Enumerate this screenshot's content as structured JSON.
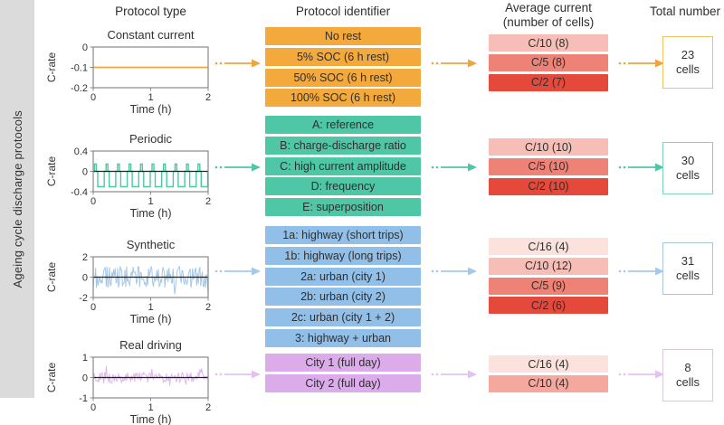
{
  "sidebar": {
    "label": "Ageing cycle discharge protocols"
  },
  "headers": {
    "protocol_type": "Protocol type",
    "protocol_identifier": "Protocol identifier",
    "average_current": "Average current",
    "average_current_sub": "(number of cells)",
    "total_number": "Total number"
  },
  "rows": [
    {
      "name": "constant-current",
      "accent": "#F3A93B",
      "arrow_color": "#F0A43E",
      "total_border": "#EDC267",
      "plot": {
        "title": "Constant current",
        "ylabel": "C-rate",
        "xlabel": "Time (h)",
        "yticks": [
          "0",
          "-0.1",
          "-0.2"
        ],
        "xticks": [
          "0",
          "1",
          "2"
        ],
        "waveform": "constant",
        "signal_color": "#F3A93B"
      },
      "identifiers": [
        "No rest",
        "5% SOC (6 h rest)",
        "50% SOC (6 h rest)",
        "100% SOC (6 h rest)"
      ],
      "avg_current": [
        {
          "label": "C/10 (8)",
          "color": "#F6BEB7"
        },
        {
          "label": "C/5 (8)",
          "color": "#EF8276"
        },
        {
          "label": "C/2 (7)",
          "color": "#E4493C"
        }
      ],
      "total": [
        "23",
        "cells"
      ]
    },
    {
      "name": "periodic",
      "accent": "#4FC6A5",
      "arrow_color": "#4FC6A5",
      "total_border": "#7FD4BE",
      "plot": {
        "title": "Periodic",
        "ylabel": "C-rate",
        "xlabel": "Time (h)",
        "yticks": [
          "0.4",
          "0",
          "-0.4"
        ],
        "xticks": [
          "0",
          "1",
          "2"
        ],
        "waveform": "periodic",
        "signal_color": "#4FC6A5"
      },
      "identifiers": [
        "A: reference",
        "B: charge-discharge ratio",
        "C: high current amplitude",
        "D: frequency",
        "E: superposition"
      ],
      "avg_current": [
        {
          "label": "C/10 (10)",
          "color": "#F6BEB7"
        },
        {
          "label": "C/5 (10)",
          "color": "#EF8276"
        },
        {
          "label": "C/2 (10)",
          "color": "#E4493C"
        }
      ],
      "total": [
        "30",
        "cells"
      ]
    },
    {
      "name": "synthetic",
      "accent": "#92BFE7",
      "arrow_color": "#A6C9E9",
      "total_border": "#A9C6DF",
      "plot": {
        "title": "Synthetic",
        "ylabel": "C-rate",
        "xlabel": "Time (h)",
        "yticks": [
          "2",
          "0",
          "-2"
        ],
        "xticks": [
          "0",
          "1",
          "2"
        ],
        "waveform": "noise-large",
        "signal_color": "#A5C8E8"
      },
      "identifiers": [
        "1a: highway (short trips)",
        "1b: highway (long trips)",
        "2a: urban (city 1)",
        "2b: urban (city 2)",
        "2c: urban (city 1 + 2)",
        "3: highway + urban"
      ],
      "avg_current": [
        {
          "label": "C/16 (4)",
          "color": "#FBE2DD"
        },
        {
          "label": "C/10 (12)",
          "color": "#F6BEB7"
        },
        {
          "label": "C/5 (9)",
          "color": "#EF8276"
        },
        {
          "label": "C/2 (6)",
          "color": "#E4493C"
        }
      ],
      "total": [
        "31",
        "cells"
      ]
    },
    {
      "name": "real-driving",
      "accent": "#DCABEA",
      "arrow_color": "#E2C2EF",
      "total_border": "#D7C9DF",
      "plot": {
        "title": "Real driving",
        "ylabel": "C-rate",
        "xlabel": "Time (h)",
        "yticks": [
          "1",
          "0",
          "-1"
        ],
        "xticks": [
          "0",
          "1",
          "2"
        ],
        "waveform": "noise-small",
        "signal_color": "#DFB8EC"
      },
      "identifiers": [
        "City 1 (full day)",
        "City 2 (full day)"
      ],
      "avg_current": [
        {
          "label": "C/16 (4)",
          "color": "#FBE2DD"
        },
        {
          "label": "C/10 (4)",
          "color": "#F5A89D"
        }
      ],
      "total": [
        "8",
        "cells"
      ]
    }
  ]
}
